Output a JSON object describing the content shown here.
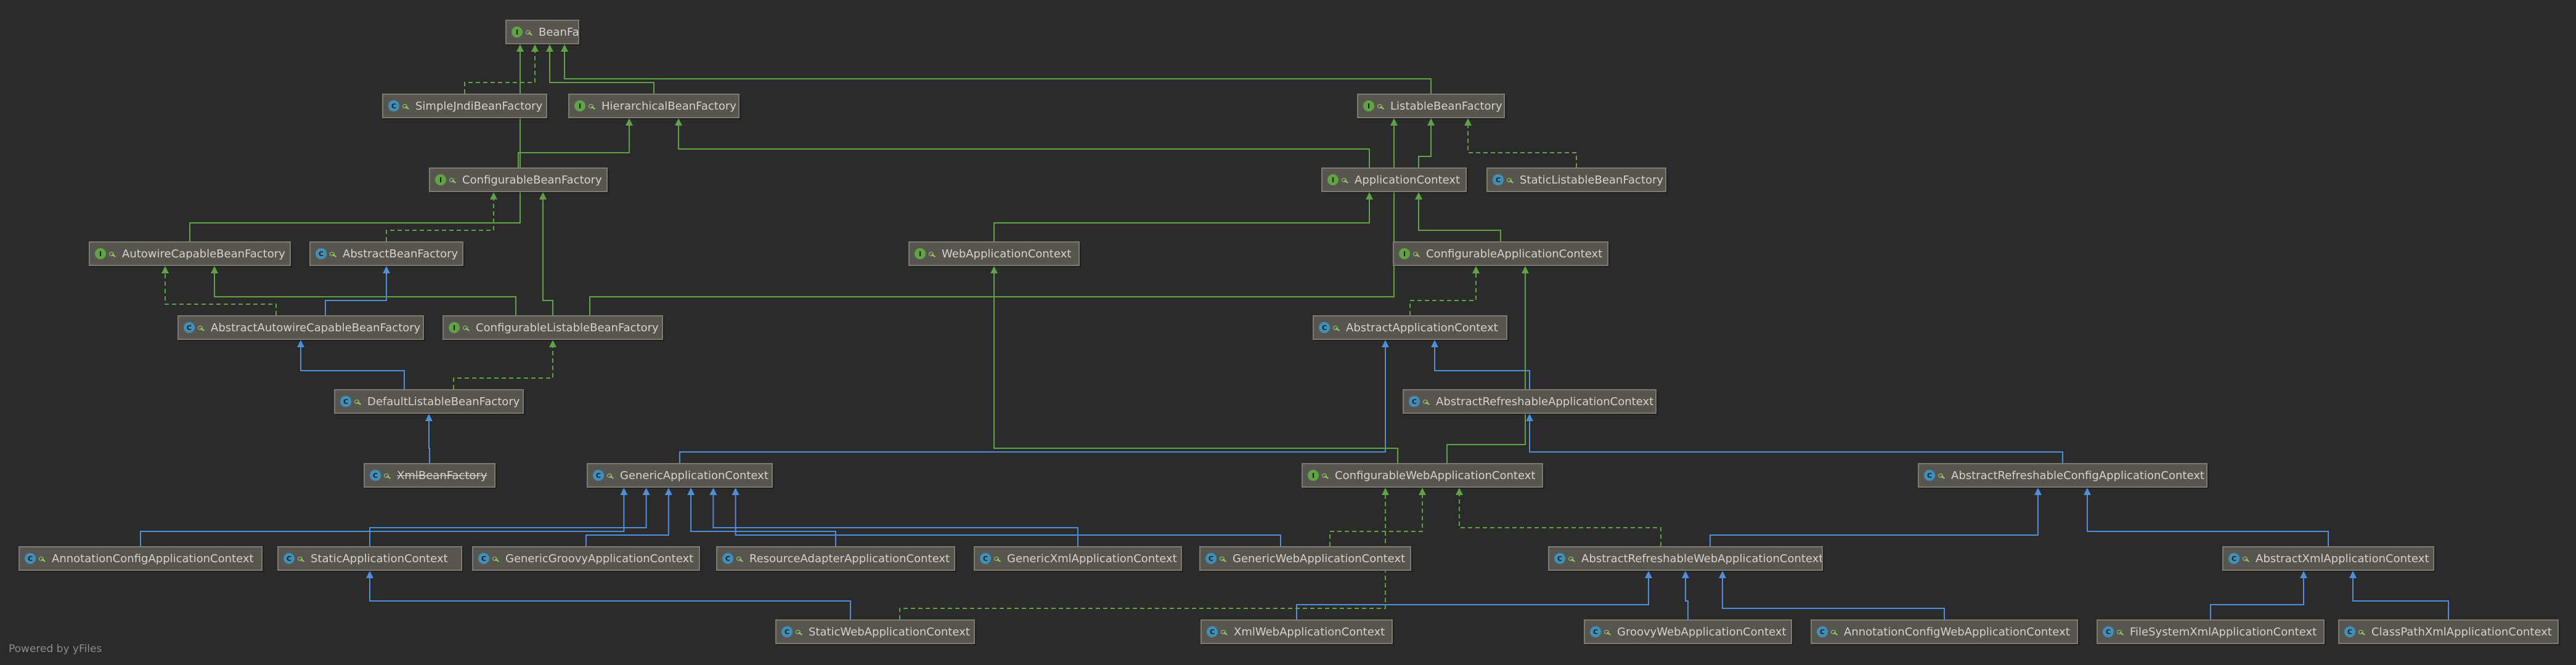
{
  "footer": "Powered by yFiles",
  "colors": {
    "background": "#2b2b2b",
    "implements_edge": "#5fa343",
    "extends_edge": "#4e8fdb",
    "node_fill": "#57554f",
    "node_border": "#7e7a70",
    "text": "#d4d2cc"
  },
  "legend_icons": {
    "interface": "I",
    "class": "C"
  },
  "nodes": [
    {
      "id": "BeanFactory",
      "label": "BeanFactory",
      "kind": "interface"
    },
    {
      "id": "SimpleJndiBeanFactory",
      "label": "SimpleJndiBeanFactory",
      "kind": "class"
    },
    {
      "id": "HierarchicalBeanFactory",
      "label": "HierarchicalBeanFactory",
      "kind": "interface"
    },
    {
      "id": "ListableBeanFactory",
      "label": "ListableBeanFactory",
      "kind": "interface"
    },
    {
      "id": "ConfigurableBeanFactory",
      "label": "ConfigurableBeanFactory",
      "kind": "interface"
    },
    {
      "id": "ApplicationContext",
      "label": "ApplicationContext",
      "kind": "interface"
    },
    {
      "id": "StaticListableBeanFactory",
      "label": "StaticListableBeanFactory",
      "kind": "class"
    },
    {
      "id": "AutowireCapableBeanFactory",
      "label": "AutowireCapableBeanFactory",
      "kind": "interface"
    },
    {
      "id": "AbstractBeanFactory",
      "label": "AbstractBeanFactory",
      "kind": "class"
    },
    {
      "id": "WebApplicationContext",
      "label": "WebApplicationContext",
      "kind": "interface"
    },
    {
      "id": "ConfigurableApplicationContext",
      "label": "ConfigurableApplicationContext",
      "kind": "interface"
    },
    {
      "id": "AbstractAutowireCapableBeanFactory",
      "label": "AbstractAutowireCapableBeanFactory",
      "kind": "class"
    },
    {
      "id": "ConfigurableListableBeanFactory",
      "label": "ConfigurableListableBeanFactory",
      "kind": "interface"
    },
    {
      "id": "AbstractApplicationContext",
      "label": "AbstractApplicationContext",
      "kind": "class"
    },
    {
      "id": "DefaultListableBeanFactory",
      "label": "DefaultListableBeanFactory",
      "kind": "class"
    },
    {
      "id": "AbstractRefreshableApplicationContext",
      "label": "AbstractRefreshableApplicationContext",
      "kind": "class"
    },
    {
      "id": "XmlBeanFactory",
      "label": "XmlBeanFactory",
      "kind": "class",
      "deprecated": true
    },
    {
      "id": "GenericApplicationContext",
      "label": "GenericApplicationContext",
      "kind": "class"
    },
    {
      "id": "ConfigurableWebApplicationContext",
      "label": "ConfigurableWebApplicationContext",
      "kind": "interface"
    },
    {
      "id": "AbstractRefreshableConfigApplicationContext",
      "label": "AbstractRefreshableConfigApplicationContext",
      "kind": "class"
    },
    {
      "id": "AnnotationConfigApplicationContext",
      "label": "AnnotationConfigApplicationContext",
      "kind": "class"
    },
    {
      "id": "StaticApplicationContext",
      "label": "StaticApplicationContext",
      "kind": "class"
    },
    {
      "id": "GenericGroovyApplicationContext",
      "label": "GenericGroovyApplicationContext",
      "kind": "class"
    },
    {
      "id": "ResourceAdapterApplicationContext",
      "label": "ResourceAdapterApplicationContext",
      "kind": "class"
    },
    {
      "id": "GenericXmlApplicationContext",
      "label": "GenericXmlApplicationContext",
      "kind": "class"
    },
    {
      "id": "GenericWebApplicationContext",
      "label": "GenericWebApplicationContext",
      "kind": "class"
    },
    {
      "id": "AbstractRefreshableWebApplicationContext",
      "label": "AbstractRefreshableWebApplicationContext",
      "kind": "class"
    },
    {
      "id": "AbstractXmlApplicationContext",
      "label": "AbstractXmlApplicationContext",
      "kind": "class"
    },
    {
      "id": "StaticWebApplicationContext",
      "label": "StaticWebApplicationContext",
      "kind": "class"
    },
    {
      "id": "XmlWebApplicationContext",
      "label": "XmlWebApplicationContext",
      "kind": "class"
    },
    {
      "id": "GroovyWebApplicationContext",
      "label": "GroovyWebApplicationContext",
      "kind": "class"
    },
    {
      "id": "AnnotationConfigWebApplicationContext",
      "label": "AnnotationConfigWebApplicationContext",
      "kind": "class"
    },
    {
      "id": "FileSystemXmlApplicationContext",
      "label": "FileSystemXmlApplicationContext",
      "kind": "class"
    },
    {
      "id": "ClassPathXmlApplicationContext",
      "label": "ClassPathXmlApplicationContext",
      "kind": "class"
    }
  ],
  "edges": [
    {
      "from": "HierarchicalBeanFactory",
      "to": "BeanFactory",
      "type": "extends-interface"
    },
    {
      "from": "ListableBeanFactory",
      "to": "BeanFactory",
      "type": "extends-interface"
    },
    {
      "from": "AutowireCapableBeanFactory",
      "to": "BeanFactory",
      "type": "extends-interface"
    },
    {
      "from": "SimpleJndiBeanFactory",
      "to": "BeanFactory",
      "type": "implements"
    },
    {
      "from": "ConfigurableBeanFactory",
      "to": "HierarchicalBeanFactory",
      "type": "extends-interface"
    },
    {
      "from": "ApplicationContext",
      "to": "HierarchicalBeanFactory",
      "type": "extends-interface"
    },
    {
      "from": "ApplicationContext",
      "to": "ListableBeanFactory",
      "type": "extends-interface"
    },
    {
      "from": "StaticListableBeanFactory",
      "to": "ListableBeanFactory",
      "type": "implements"
    },
    {
      "from": "ConfigurableListableBeanFactory",
      "to": "ListableBeanFactory",
      "type": "extends-interface"
    },
    {
      "from": "AbstractBeanFactory",
      "to": "ConfigurableBeanFactory",
      "type": "implements"
    },
    {
      "from": "ConfigurableListableBeanFactory",
      "to": "ConfigurableBeanFactory",
      "type": "extends-interface"
    },
    {
      "from": "ConfigurableListableBeanFactory",
      "to": "AutowireCapableBeanFactory",
      "type": "extends-interface"
    },
    {
      "from": "AbstractAutowireCapableBeanFactory",
      "to": "AutowireCapableBeanFactory",
      "type": "implements"
    },
    {
      "from": "AbstractAutowireCapableBeanFactory",
      "to": "AbstractBeanFactory",
      "type": "extends"
    },
    {
      "from": "DefaultListableBeanFactory",
      "to": "AbstractAutowireCapableBeanFactory",
      "type": "extends"
    },
    {
      "from": "DefaultListableBeanFactory",
      "to": "ConfigurableListableBeanFactory",
      "type": "implements"
    },
    {
      "from": "XmlBeanFactory",
      "to": "DefaultListableBeanFactory",
      "type": "extends"
    },
    {
      "from": "WebApplicationContext",
      "to": "ApplicationContext",
      "type": "extends-interface"
    },
    {
      "from": "ConfigurableApplicationContext",
      "to": "ApplicationContext",
      "type": "extends-interface"
    },
    {
      "from": "AbstractApplicationContext",
      "to": "ConfigurableApplicationContext",
      "type": "implements"
    },
    {
      "from": "AbstractRefreshableApplicationContext",
      "to": "AbstractApplicationContext",
      "type": "extends"
    },
    {
      "from": "GenericApplicationContext",
      "to": "AbstractApplicationContext",
      "type": "extends"
    },
    {
      "from": "ConfigurableWebApplicationContext",
      "to": "WebApplicationContext",
      "type": "extends-interface"
    },
    {
      "from": "ConfigurableWebApplicationContext",
      "to": "ConfigurableApplicationContext",
      "type": "extends-interface"
    },
    {
      "from": "AbstractRefreshableConfigApplicationContext",
      "to": "AbstractRefreshableApplicationContext",
      "type": "extends"
    },
    {
      "from": "AnnotationConfigApplicationContext",
      "to": "GenericApplicationContext",
      "type": "extends"
    },
    {
      "from": "StaticApplicationContext",
      "to": "GenericApplicationContext",
      "type": "extends"
    },
    {
      "from": "GenericGroovyApplicationContext",
      "to": "GenericApplicationContext",
      "type": "extends"
    },
    {
      "from": "ResourceAdapterApplicationContext",
      "to": "GenericApplicationContext",
      "type": "extends"
    },
    {
      "from": "GenericXmlApplicationContext",
      "to": "GenericApplicationContext",
      "type": "extends"
    },
    {
      "from": "GenericWebApplicationContext",
      "to": "GenericApplicationContext",
      "type": "extends"
    },
    {
      "from": "GenericWebApplicationContext",
      "to": "ConfigurableWebApplicationContext",
      "type": "implements"
    },
    {
      "from": "AbstractRefreshableWebApplicationContext",
      "to": "ConfigurableWebApplicationContext",
      "type": "implements"
    },
    {
      "from": "AbstractRefreshableWebApplicationContext",
      "to": "AbstractRefreshableConfigApplicationContext",
      "type": "extends"
    },
    {
      "from": "AbstractXmlApplicationContext",
      "to": "AbstractRefreshableConfigApplicationContext",
      "type": "extends"
    },
    {
      "from": "StaticWebApplicationContext",
      "to": "StaticApplicationContext",
      "type": "extends"
    },
    {
      "from": "StaticWebApplicationContext",
      "to": "ConfigurableWebApplicationContext",
      "type": "implements"
    },
    {
      "from": "XmlWebApplicationContext",
      "to": "AbstractRefreshableWebApplicationContext",
      "type": "extends"
    },
    {
      "from": "GroovyWebApplicationContext",
      "to": "AbstractRefreshableWebApplicationContext",
      "type": "extends"
    },
    {
      "from": "AnnotationConfigWebApplicationContext",
      "to": "AbstractRefreshableWebApplicationContext",
      "type": "extends"
    },
    {
      "from": "FileSystemXmlApplicationContext",
      "to": "AbstractXmlApplicationContext",
      "type": "extends"
    },
    {
      "from": "ClassPathXmlApplicationContext",
      "to": "AbstractXmlApplicationContext",
      "type": "extends"
    }
  ]
}
